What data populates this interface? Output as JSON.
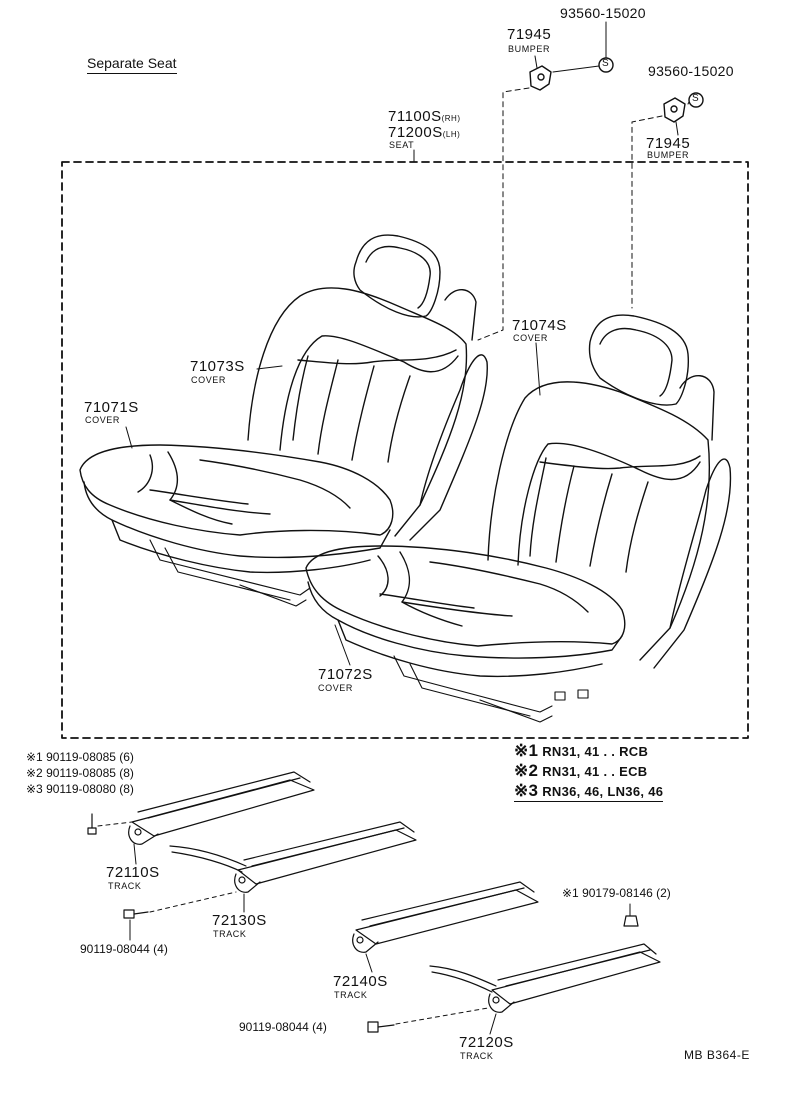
{
  "title": "Separate Seat",
  "parts": {
    "bolt_a": "93560-15020",
    "bumper_a_no": "71945",
    "bumper_a_name": "BUMPER",
    "bolt_b": "93560-15020",
    "bumper_b_no": "71945",
    "bumper_b_name": "BUMPER",
    "s_symbol": "S",
    "seat_rh_no": "71100S",
    "seat_rh_sfx": "(RH)",
    "seat_lh_no": "71200S",
    "seat_lh_sfx": "(LH)",
    "seat_name": "SEAT",
    "cover_74_no": "71074S",
    "cover_74_name": "COVER",
    "cover_73_no": "71073S",
    "cover_73_name": "COVER",
    "cover_71_no": "71071S",
    "cover_71_name": "COVER",
    "cover_72_no": "71072S",
    "cover_72_name": "COVER",
    "track_10_no": "72110S",
    "track_10_name": "TRACK",
    "track_30_no": "72130S",
    "track_30_name": "TRACK",
    "track_40_no": "72140S",
    "track_40_name": "TRACK",
    "track_20_no": "72120S",
    "track_20_name": "TRACK",
    "bolt_left": "90119-08044 (4)",
    "bolt_bottom": "90119-08044 (4)",
    "nut_right": "※1 90179-08146 (2)"
  },
  "fasteners": [
    {
      "mark": "※1",
      "text": "90119-08085 (6)"
    },
    {
      "mark": "※2",
      "text": "90119-08085 (8)"
    },
    {
      "mark": "※3",
      "text": "90119-08080 (8)"
    }
  ],
  "notes": [
    {
      "mark": "※1",
      "text": "RN31, 41 . . RCB"
    },
    {
      "mark": "※2",
      "text": "RN31, 41 . . ECB"
    },
    {
      "mark": "※3",
      "text": "RN36, 46, LN36, 46"
    }
  ],
  "footer_code": "MB B364-E"
}
